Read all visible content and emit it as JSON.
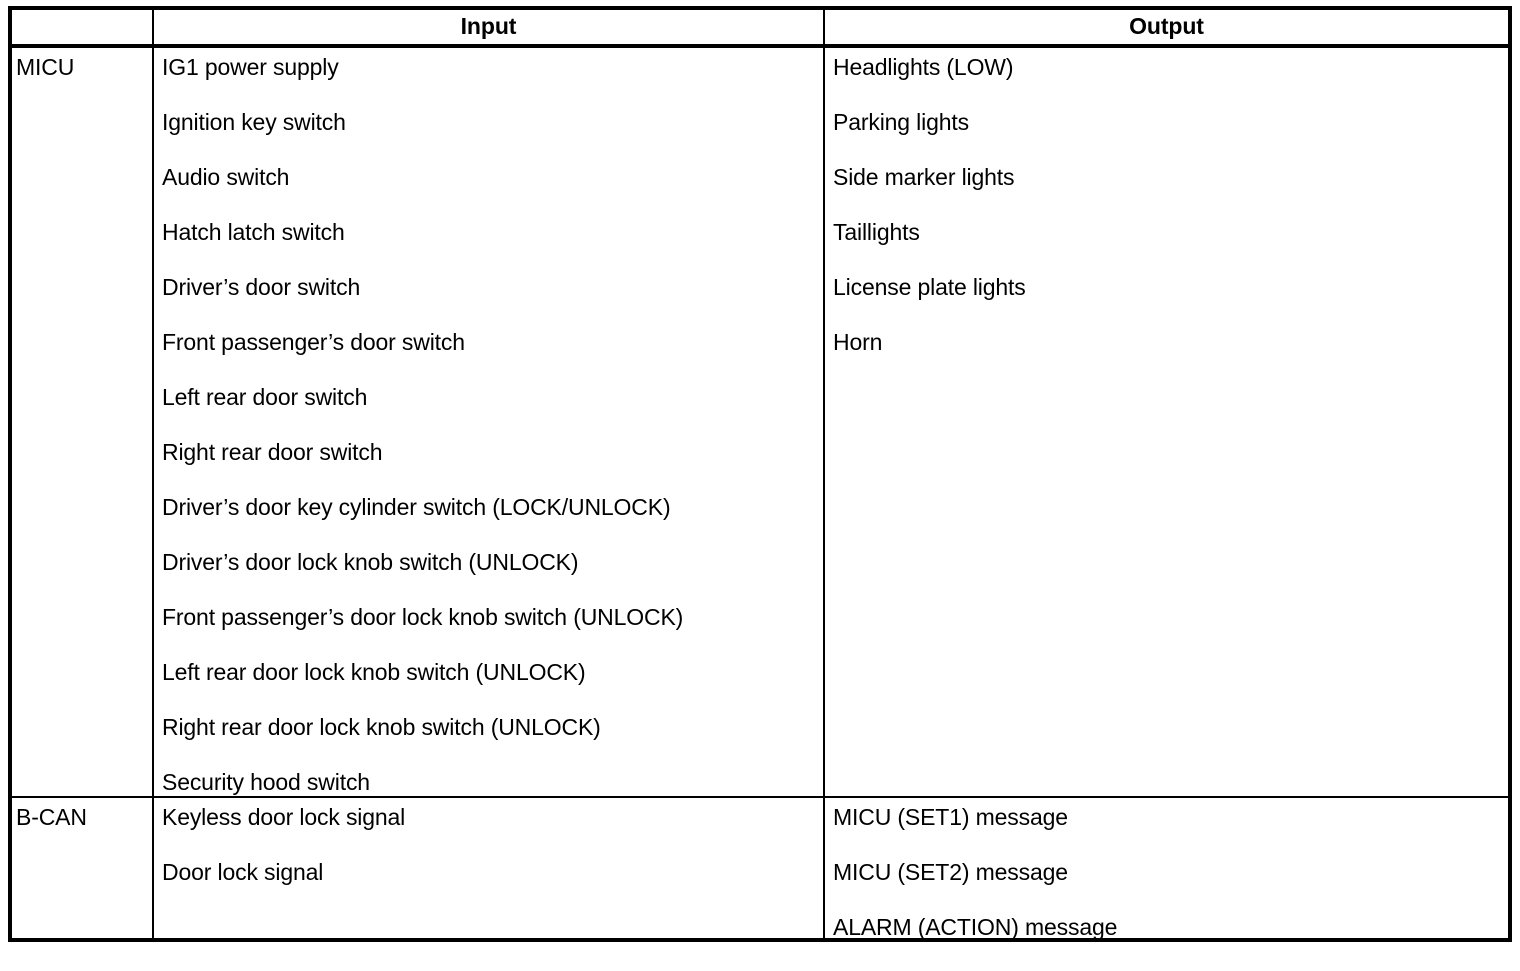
{
  "table": {
    "columns": {
      "system": "",
      "input": "Input",
      "output": "Output"
    },
    "rows": [
      {
        "system": "MICU",
        "inputs": [
          "IG1 power supply",
          "Ignition key switch",
          "Audio switch",
          "Hatch latch switch",
          "Driver’s door switch",
          "Front passenger’s door switch",
          "Left rear door switch",
          "Right rear door switch",
          "Driver’s door key cylinder switch (LOCK/UNLOCK)",
          "Driver’s door lock knob switch (UNLOCK)",
          "Front passenger’s door lock knob switch (UNLOCK)",
          "Left rear door lock knob switch (UNLOCK)",
          "Right rear door lock knob switch (UNLOCK)",
          "Security hood switch"
        ],
        "outputs": [
          "Headlights (LOW)",
          "Parking lights",
          "Side marker lights",
          "Taillights",
          "License plate lights",
          "Horn"
        ]
      },
      {
        "system": "B-CAN",
        "inputs": [
          "Keyless door lock signal",
          "Door lock signal"
        ],
        "outputs": [
          "MICU (SET1) message",
          "MICU (SET2) message",
          "ALARM (ACTION) message"
        ]
      }
    ]
  },
  "colors": {
    "border": "#000000",
    "text": "#000000",
    "background": "#ffffff"
  }
}
